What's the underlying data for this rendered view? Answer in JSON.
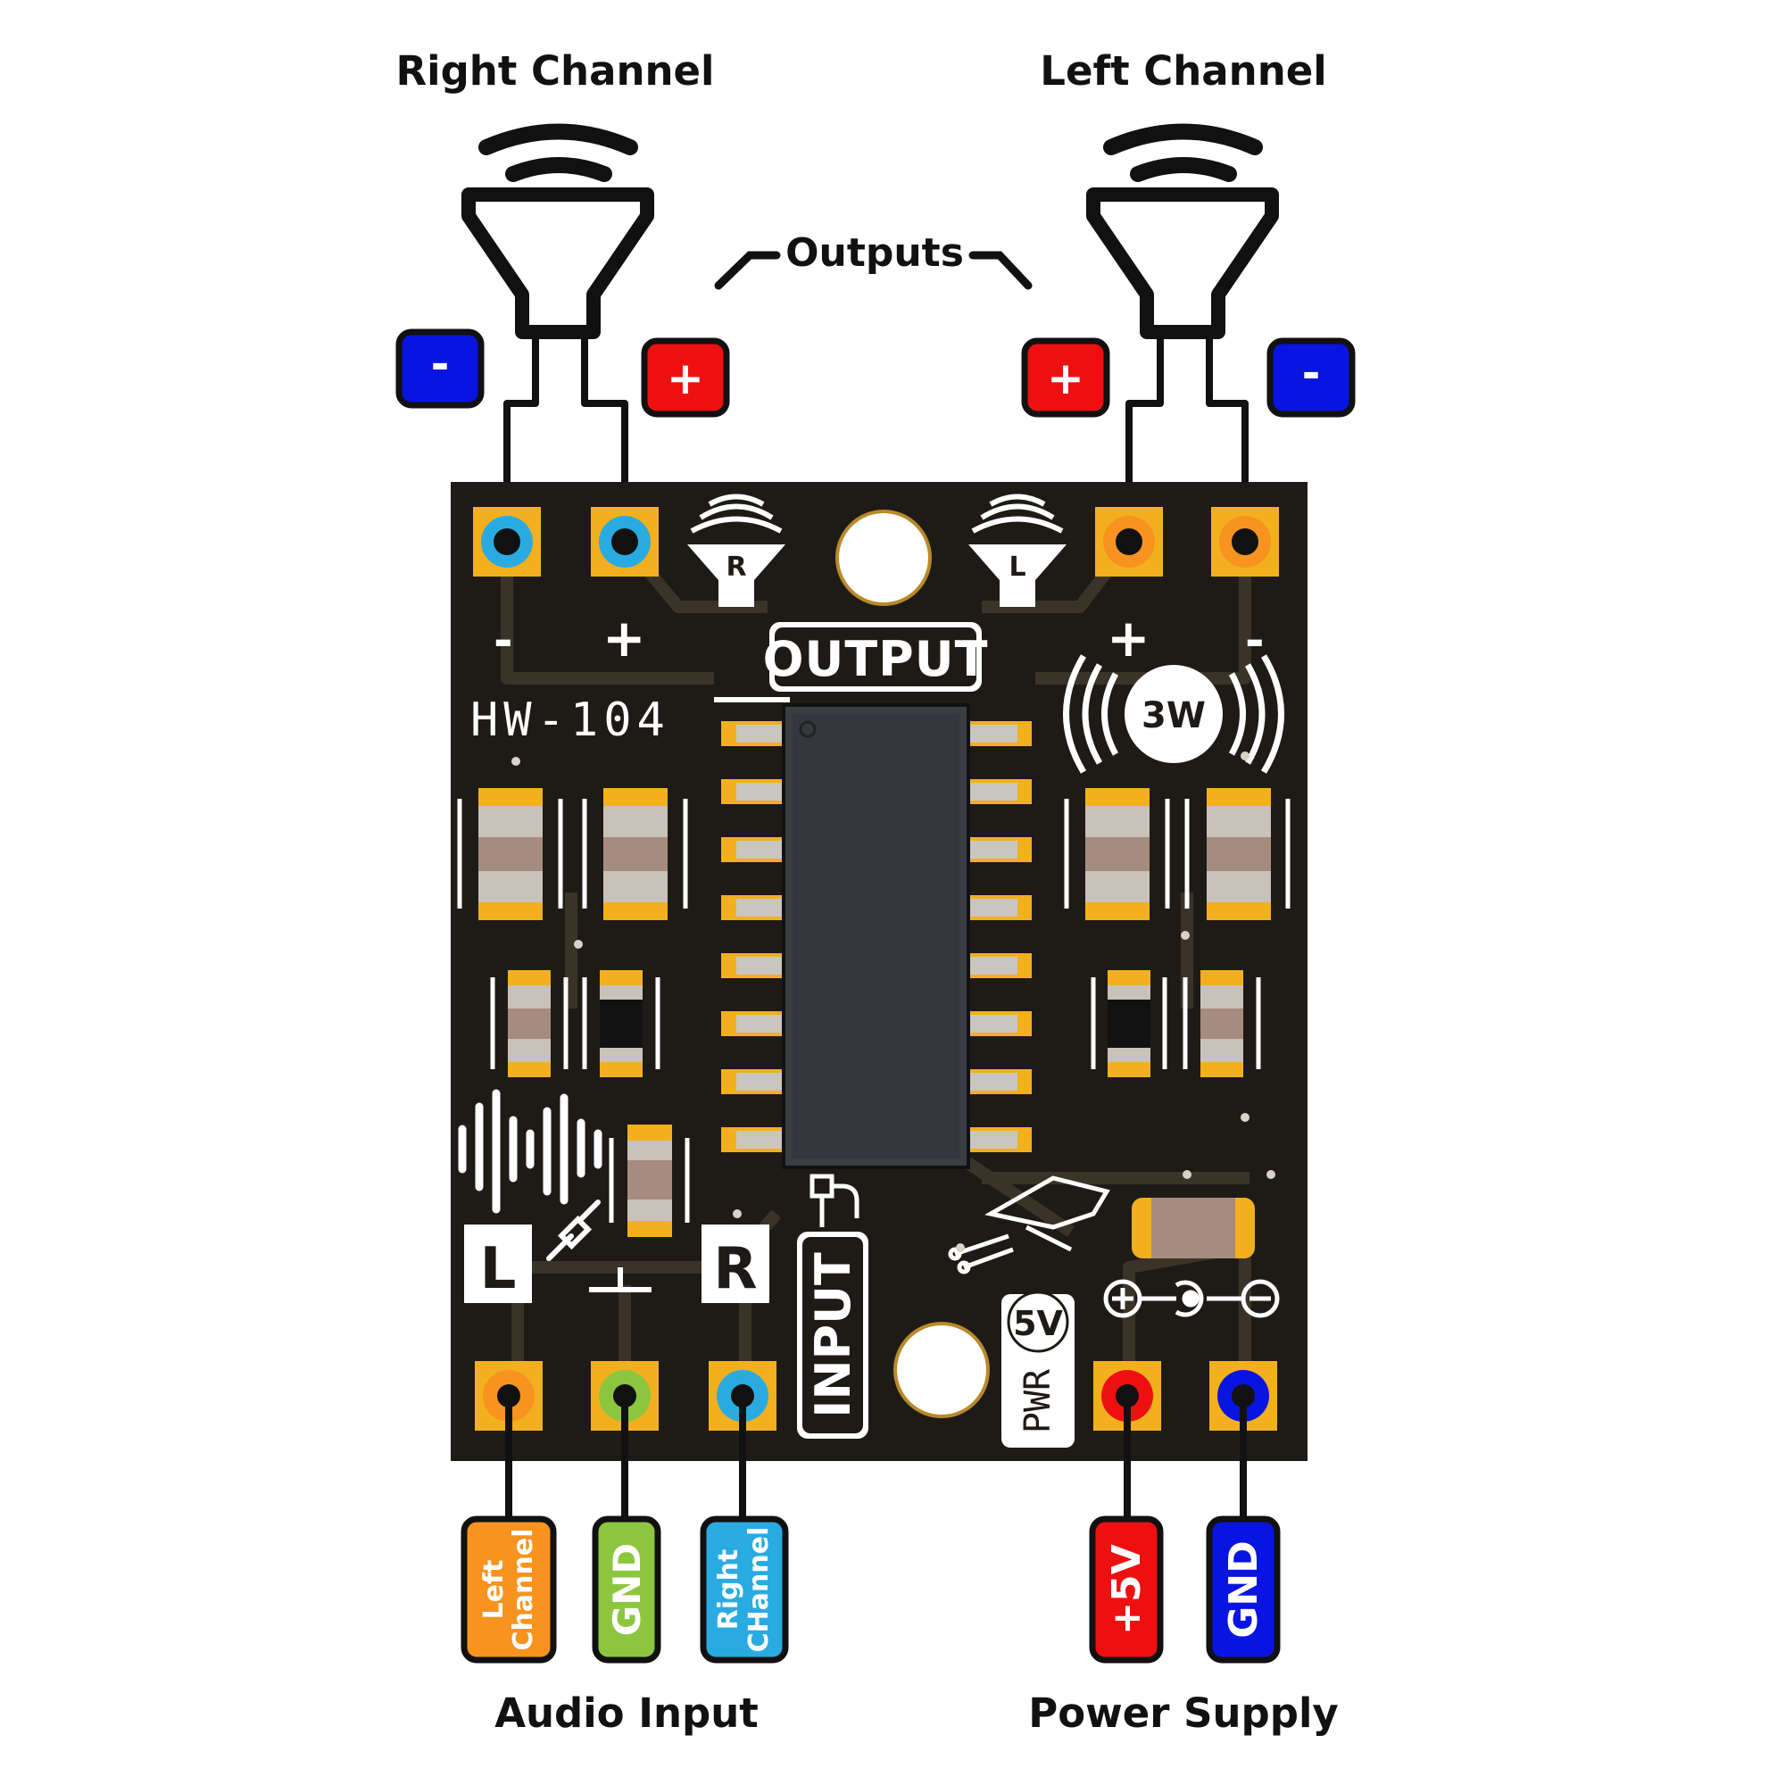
{
  "labels": {
    "right_channel": "Right Channel",
    "left_channel": "Left Channel",
    "outputs": "Outputs",
    "audio_input": "Audio Input",
    "power_supply": "Power Supply"
  },
  "terminals": {
    "minus": "-",
    "plus": "+"
  },
  "board": {
    "model": "HW-104",
    "output_label": "OUTPUT",
    "input_label": "INPUT",
    "power_rating": "3W",
    "speaker_r": "R",
    "speaker_l": "L",
    "silk_minus": "-",
    "silk_plus": "+",
    "input_l": "L",
    "input_r": "R",
    "ground_symbol": "⊥",
    "voltage": "5V",
    "pwr": "PWR"
  },
  "pins": {
    "left_channel_line1": "Left",
    "left_channel_line2": "Channel",
    "gnd": "GND",
    "right_channel_line1": "Right",
    "right_channel_line2": "CHannel",
    "plus5v": "+5V",
    "gnd2": "GND"
  },
  "colors": {
    "board": "#1e1b17",
    "pad": "#f2b01e",
    "terminal_blue": "#0a14e0",
    "terminal_red": "#ee1010",
    "pin_orange": "#f7931e",
    "pin_green": "#8cc63f",
    "pin_cyan": "#29abe2",
    "trace": "#3a3328"
  }
}
